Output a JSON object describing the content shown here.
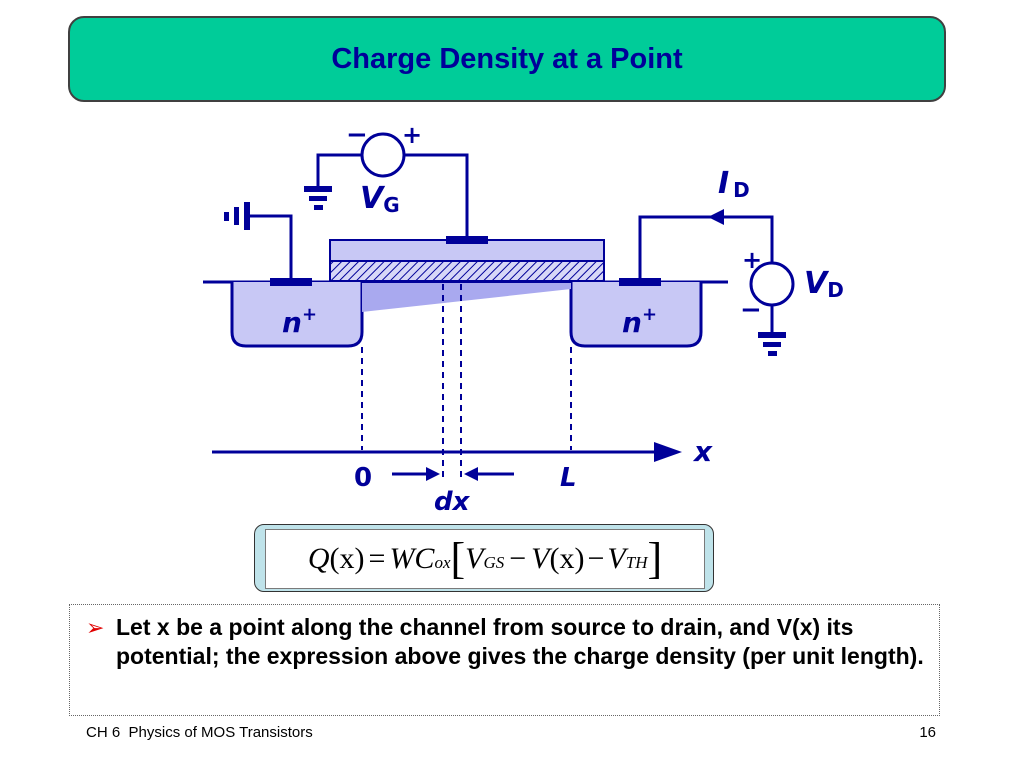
{
  "slide": {
    "title": "Charge Density at a Point",
    "footer_left": "CH 6  Physics of MOS Transistors",
    "page_number": "16"
  },
  "diagram": {
    "labels": {
      "vg_minus": "−",
      "vg_plus": "+",
      "vg_main": "V",
      "vg_sub": "G",
      "id_main": "I",
      "id_sub": "D",
      "vd_plus": "+",
      "vd_minus": "−",
      "vd_main": "V",
      "vd_sub": "D",
      "source_n": "n",
      "source_sup": "+",
      "drain_n": "n",
      "drain_sup": "+",
      "x_axis": "x",
      "origin": "0",
      "length": "L",
      "dx": "dx"
    },
    "colors": {
      "line": "#000099",
      "fill": "#c8c8f5",
      "channel": "#9999ee"
    }
  },
  "equation": {
    "lhs": "Q",
    "lhs_arg": "(x)",
    "eq": "=",
    "w": "WC",
    "w_sub": "ox",
    "open": "[",
    "vgs": "V",
    "vgs_sub": "GS",
    "minus1": "−",
    "vx": "V",
    "vx_arg": "(x)",
    "minus2": "−",
    "vth": "V",
    "vth_sub": "TH",
    "close": "]"
  },
  "bullet": {
    "marker": "➢",
    "text": "Let x be a point along the channel from source to drain, and V(x) its potential; the expression above gives the charge density (per unit length)."
  }
}
